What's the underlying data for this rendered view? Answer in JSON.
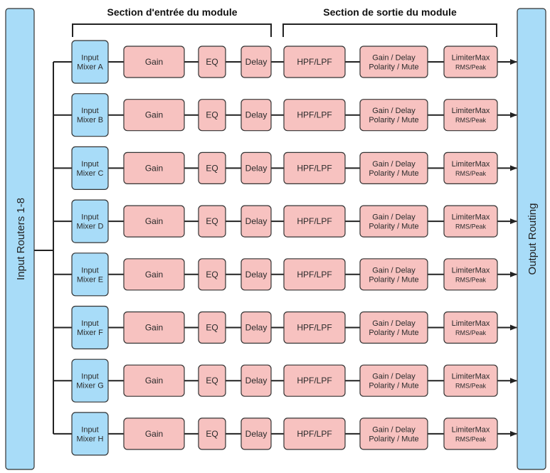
{
  "sections": {
    "input": "Section d'entrée du module",
    "output": "Section de sortie du module"
  },
  "input_routers_label": "Input Routers 1-8",
  "output_routing_label": "Output Routing",
  "channels": [
    {
      "mixer": [
        "Input",
        "Mixer A"
      ]
    },
    {
      "mixer": [
        "Input",
        "Mixer B"
      ]
    },
    {
      "mixer": [
        "Input",
        "Mixer C"
      ]
    },
    {
      "mixer": [
        "Input",
        "Mixer D"
      ]
    },
    {
      "mixer": [
        "Input",
        "Mixer E"
      ]
    },
    {
      "mixer": [
        "Input",
        "Mixer F"
      ]
    },
    {
      "mixer": [
        "Input",
        "Mixer G"
      ]
    },
    {
      "mixer": [
        "Input",
        "Mixer H"
      ]
    }
  ],
  "blocks": {
    "gain": "Gain",
    "eq": "EQ",
    "delay": "Delay",
    "filter": "HPF/LPF",
    "gain_delay": [
      "Gain / Delay",
      "Polarity / Mute"
    ],
    "limiter": [
      "LimiterMax",
      "RMS/Peak"
    ]
  },
  "colors": {
    "blue_block": "#a8dcf8",
    "pink_block": "#f7c2c0",
    "line": "#222222"
  }
}
